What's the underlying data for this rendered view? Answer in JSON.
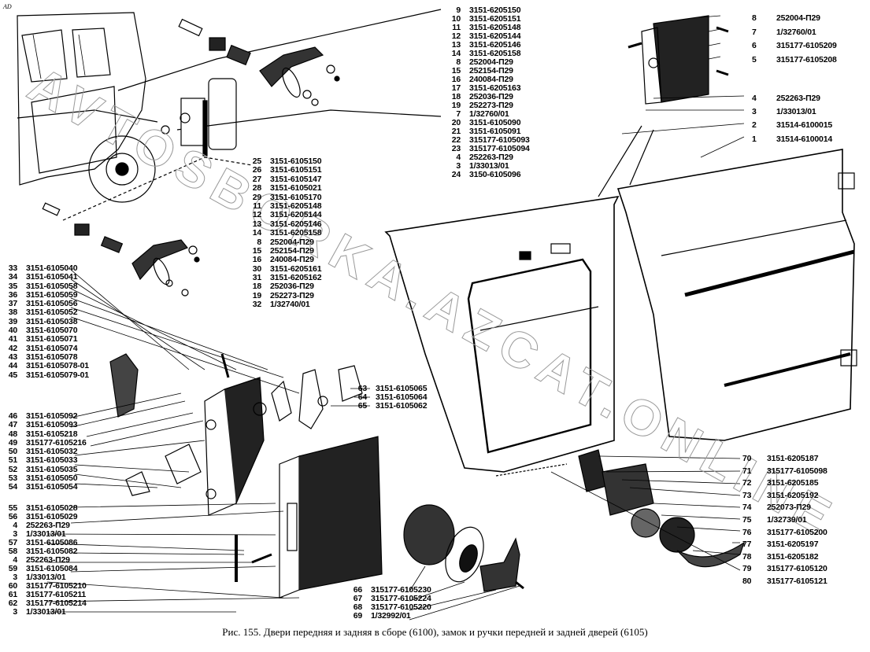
{
  "corner_mark": "AD",
  "caption": "Рис. 155. Двери передняя и задняя в сборе (6100), замок и ручки передней и задней дверей (6105)",
  "watermark": "AVTOSBORKA.AZCAT.ONLINE",
  "groups": {
    "front_handle": [
      {
        "num": "9",
        "part": "3151-6205150"
      },
      {
        "num": "10",
        "part": "3151-6205151"
      },
      {
        "num": "11",
        "part": "3151-6205148"
      },
      {
        "num": "12",
        "part": "3151-6205144"
      },
      {
        "num": "13",
        "part": "3151-6205146"
      },
      {
        "num": "14",
        "part": "3151-6205158"
      },
      {
        "num": "8",
        "part": "252004-П29"
      },
      {
        "num": "15",
        "part": "252154-П29"
      },
      {
        "num": "16",
        "part": "240084-П29"
      },
      {
        "num": "17",
        "part": "3151-6205163"
      },
      {
        "num": "18",
        "part": "252036-П29"
      },
      {
        "num": "19",
        "part": "252273-П29"
      },
      {
        "num": "7",
        "part": "1/32760/01"
      },
      {
        "num": "20",
        "part": "3151-6105090"
      },
      {
        "num": "21",
        "part": "3151-6105091"
      },
      {
        "num": "22",
        "part": "315177-6105093"
      },
      {
        "num": "23",
        "part": "315177-6105094"
      },
      {
        "num": "4",
        "part": "252263-П29"
      },
      {
        "num": "3",
        "part": "1/33013/01"
      },
      {
        "num": "24",
        "part": "3150-6105096"
      }
    ],
    "rear_handle": [
      {
        "num": "25",
        "part": "3151-6105150"
      },
      {
        "num": "26",
        "part": "3151-6105151"
      },
      {
        "num": "27",
        "part": "3151-6105147"
      },
      {
        "num": "28",
        "part": "3151-6105021"
      },
      {
        "num": "29",
        "part": "3151-6105170"
      },
      {
        "num": "11",
        "part": "3151-6205148"
      },
      {
        "num": "12",
        "part": "3151-6205144"
      },
      {
        "num": "13",
        "part": "3151-6205146"
      },
      {
        "num": "14",
        "part": "3151-6205158"
      },
      {
        "num": "8",
        "part": "252004-П29"
      },
      {
        "num": "15",
        "part": "252154-П29"
      },
      {
        "num": "16",
        "part": "240084-П29"
      },
      {
        "num": "30",
        "part": "3151-6205161"
      },
      {
        "num": "31",
        "part": "3151-6205162"
      },
      {
        "num": "18",
        "part": "252036-П29"
      },
      {
        "num": "19",
        "part": "252273-П29"
      },
      {
        "num": "32",
        "part": "1/32740/01"
      }
    ],
    "lock_upper": [
      {
        "num": "33",
        "part": "3151-6105040"
      },
      {
        "num": "34",
        "part": "3151-6105041"
      },
      {
        "num": "35",
        "part": "3151-6105058"
      },
      {
        "num": "36",
        "part": "3151-6105059"
      },
      {
        "num": "37",
        "part": "3151-6105056"
      },
      {
        "num": "38",
        "part": "3151-6105052"
      },
      {
        "num": "39",
        "part": "3151-6105038"
      },
      {
        "num": "40",
        "part": "3151-6105070"
      },
      {
        "num": "41",
        "part": "3151-6105071"
      },
      {
        "num": "42",
        "part": "3151-6105074"
      },
      {
        "num": "43",
        "part": "3151-6105078"
      },
      {
        "num": "44",
        "part": "3151-6105078-01"
      },
      {
        "num": "45",
        "part": "3151-6105079-01"
      }
    ],
    "lock_middle": [
      {
        "num": "46",
        "part": "3151-6105092"
      },
      {
        "num": "47",
        "part": "3151-6105093"
      },
      {
        "num": "48",
        "part": "3151-6105218"
      },
      {
        "num": "49",
        "part": "315177-6105216"
      },
      {
        "num": "50",
        "part": "3151-6105032"
      },
      {
        "num": "51",
        "part": "3151-6105033"
      },
      {
        "num": "52",
        "part": "3151-6105035"
      },
      {
        "num": "53",
        "part": "3151-6105050"
      },
      {
        "num": "54",
        "part": "3151-6105054"
      }
    ],
    "lock_lower": [
      {
        "num": "55",
        "part": "3151-6105028"
      },
      {
        "num": "56",
        "part": "3151-6105029"
      },
      {
        "num": "4",
        "part": "252263-П29"
      },
      {
        "num": "3",
        "part": "1/33013/01"
      },
      {
        "num": "57",
        "part": "3151-6105086"
      },
      {
        "num": "58",
        "part": "3151-6105082"
      },
      {
        "num": "4",
        "part": "252263-П29"
      },
      {
        "num": "59",
        "part": "3151-6105084"
      },
      {
        "num": "3",
        "part": "1/33013/01"
      },
      {
        "num": "60",
        "part": "315177-6105210"
      },
      {
        "num": "61",
        "part": "315177-6105211"
      },
      {
        "num": "62",
        "part": "315177-6105214"
      },
      {
        "num": "3",
        "part": "1/33013/01"
      }
    ],
    "lever": [
      {
        "num": "63",
        "part": "3151-6105065"
      },
      {
        "num": "64",
        "part": "3151-6105064"
      },
      {
        "num": "65",
        "part": "3151-6105062"
      }
    ],
    "inner_handle": [
      {
        "num": "66",
        "part": "315177-6105230"
      },
      {
        "num": "67",
        "part": "315177-6105224"
      },
      {
        "num": "68",
        "part": "315177-6105220"
      },
      {
        "num": "69",
        "part": "1/32992/01"
      }
    ],
    "striker": [
      {
        "num": "8",
        "part": "252004-П29"
      },
      {
        "num": "7",
        "part": "1/32760/01"
      },
      {
        "num": "6",
        "part": "315177-6105209"
      },
      {
        "num": "5",
        "part": "315177-6105208"
      }
    ],
    "doors": [
      {
        "num": "4",
        "part": "252263-П29"
      },
      {
        "num": "3",
        "part": "1/33013/01"
      },
      {
        "num": "2",
        "part": "31514-6100015"
      },
      {
        "num": "1",
        "part": "31514-6100014"
      }
    ],
    "rear_inner_handle": [
      {
        "num": "70",
        "part": "3151-6205187"
      },
      {
        "num": "71",
        "part": "315177-6105098"
      },
      {
        "num": "72",
        "part": "3151-6205185"
      },
      {
        "num": "73",
        "part": "3151-6205192"
      },
      {
        "num": "74",
        "part": "252073-П29"
      },
      {
        "num": "75",
        "part": "1/32739/01"
      },
      {
        "num": "76",
        "part": "315177-6105200"
      },
      {
        "num": "77",
        "part": "3151-6205197"
      },
      {
        "num": "78",
        "part": "3151-6205182"
      },
      {
        "num": "79",
        "part": "315177-6105120"
      },
      {
        "num": "80",
        "part": "315177-6105121"
      }
    ]
  }
}
